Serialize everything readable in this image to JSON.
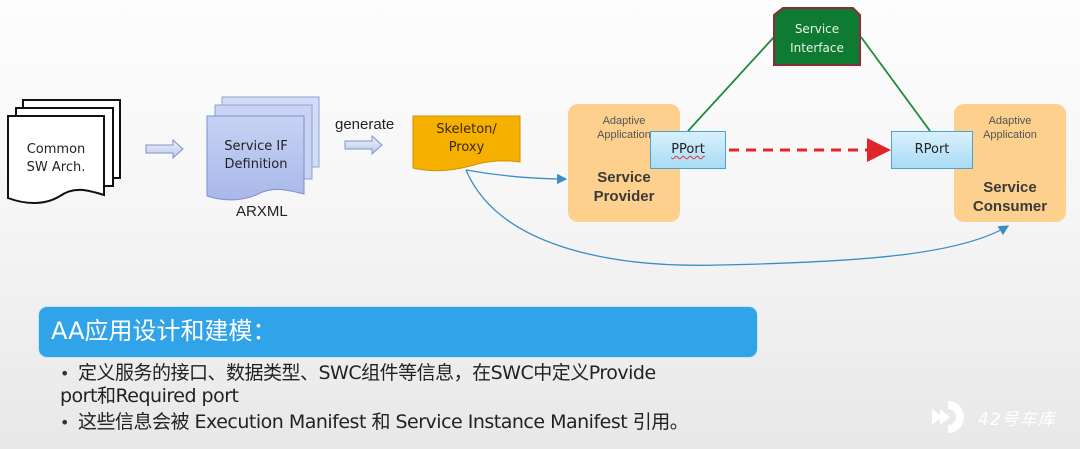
{
  "diagram": {
    "nodes": {
      "common_sw_arch": {
        "label_line1": "Common",
        "label_line2": "SW Arch."
      },
      "service_if_definition": {
        "label_line1": "Service IF",
        "label_line2": "Definition",
        "caption": "ARXML"
      },
      "generate_label": "generate",
      "skeleton_proxy": {
        "label_line1": "Skeleton/",
        "label_line2": "Proxy"
      },
      "service_interface": {
        "label_line1": "Service",
        "label_line2": "Interface"
      },
      "service_provider": {
        "sub_line1": "Adaptive",
        "sub_line2": "Application",
        "main_line1": "Service",
        "main_line2": "Provider"
      },
      "service_consumer": {
        "sub_line1": "Adaptive",
        "sub_line2": "Application",
        "main_line1": "Service",
        "main_line2": "Consumer"
      },
      "pport": {
        "label": "PPort"
      },
      "rport": {
        "label": "RPort"
      }
    },
    "colors": {
      "skeleton_fill": "#f5b000",
      "service_interface_fill": "#0f7a32",
      "service_interface_border": "#8a2a3a",
      "adaptive_app_fill": "#fdd08e",
      "port_fill": "#bfe6fa",
      "dashed_arrow": "#e0262b",
      "green_line": "#1e8a3c",
      "blue_arrow": "#3b8ec4",
      "title_bar": "#31a3e8"
    }
  },
  "notes": {
    "title": "AA应用设计和建模：",
    "bullets": [
      {
        "line1": "定义服务的接口、数据类型、SWC组件等信息，在SWC中定义Provide",
        "line2": "port和Required port"
      },
      {
        "line1": "这些信息会被  Execution Manifest 和  Service Instance Manifest 引用。"
      }
    ]
  },
  "watermark": {
    "text": "42号车库"
  }
}
